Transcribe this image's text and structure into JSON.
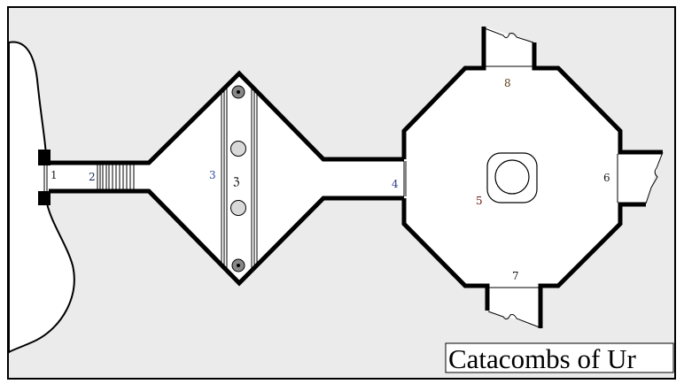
{
  "map": {
    "title": "Catacombs of Ur",
    "labels": [
      {
        "id": "1",
        "text": "1",
        "color": "#1a1a1a"
      },
      {
        "id": "2",
        "text": "2",
        "color": "#1a2a5a"
      },
      {
        "id": "3",
        "text": "3",
        "color": "#2a4a9a"
      },
      {
        "id": "4",
        "text": "4",
        "color": "#2a3a8a"
      },
      {
        "id": "5",
        "text": "5",
        "color": "#6a1a1a"
      },
      {
        "id": "6",
        "text": "6",
        "color": "#1a1a1a"
      },
      {
        "id": "7",
        "text": "7",
        "color": "#1a1a1a"
      },
      {
        "id": "8",
        "text": "8",
        "color": "#5a3a1a"
      }
    ],
    "colors": {
      "background": "#ebebeb",
      "floor": "#ffffff",
      "wall": "#000000",
      "pillar": "#d9d9d9"
    }
  }
}
